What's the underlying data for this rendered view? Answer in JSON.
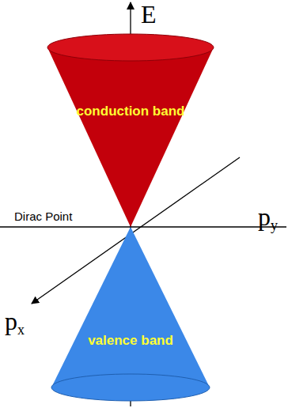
{
  "diagram": {
    "nodes": [
      {
        "text": [
          "conduction band"
        ]
      },
      {
        "text": [
          "valence band"
        ]
      }
    ],
    "labels": [
      "E",
      "Dirac Point",
      "py",
      "px"
    ]
  }
}
